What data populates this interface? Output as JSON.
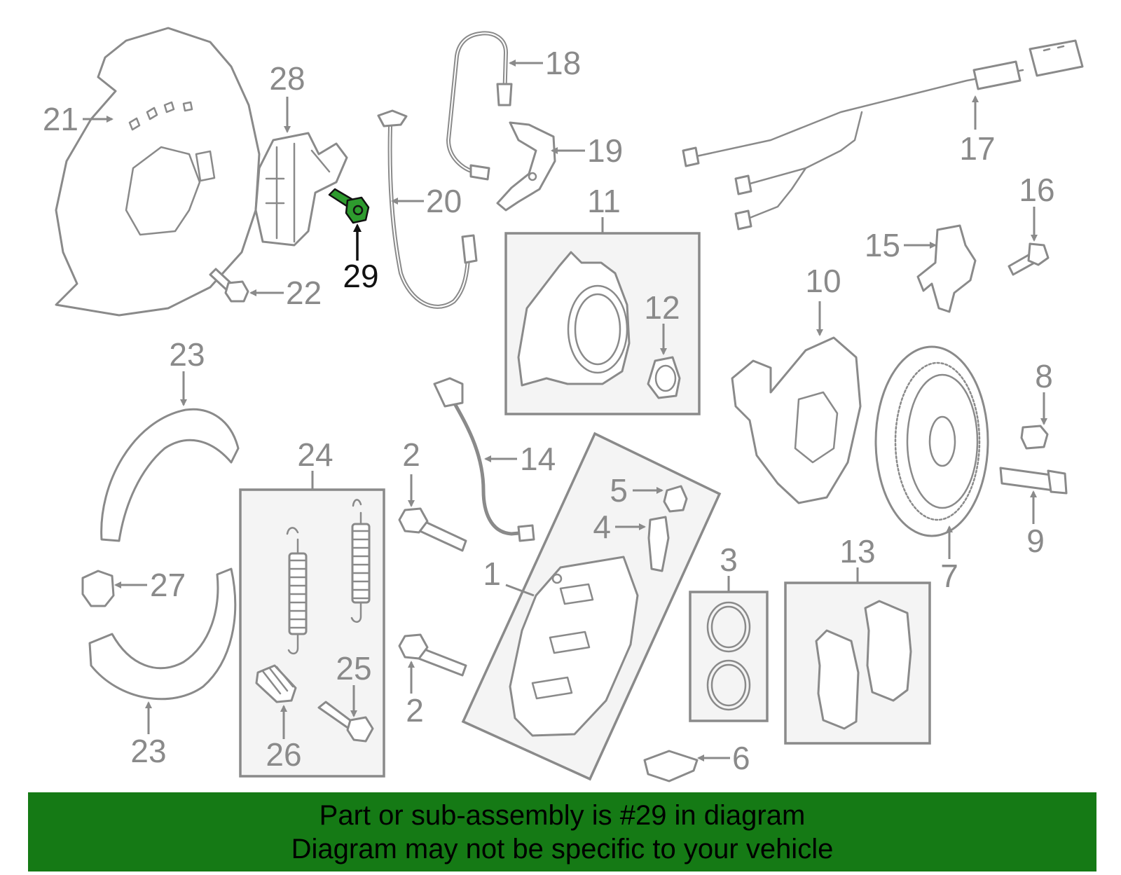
{
  "callouts": {
    "c1": "1",
    "c2a": "2",
    "c2b": "2",
    "c3": "3",
    "c4": "4",
    "c5": "5",
    "c6": "6",
    "c7": "7",
    "c8": "8",
    "c9": "9",
    "c10": "10",
    "c11": "11",
    "c12": "12",
    "c13": "13",
    "c14": "14",
    "c15": "15",
    "c16": "16",
    "c17": "17",
    "c18": "18",
    "c19": "19",
    "c20": "20",
    "c21": "21",
    "c22": "22",
    "c23a": "23",
    "c23b": "23",
    "c24": "24",
    "c25": "25",
    "c26": "26",
    "c27": "27",
    "c28": "28",
    "c29": "29"
  },
  "highlighted_part": "29",
  "colors": {
    "highlight": "#2e9b2e",
    "banner": "#157a15",
    "line": "#8a8a8a"
  },
  "banner": {
    "line1": "Part or sub-assembly is #29 in diagram",
    "line2": "Diagram may not be specific to your vehicle"
  }
}
